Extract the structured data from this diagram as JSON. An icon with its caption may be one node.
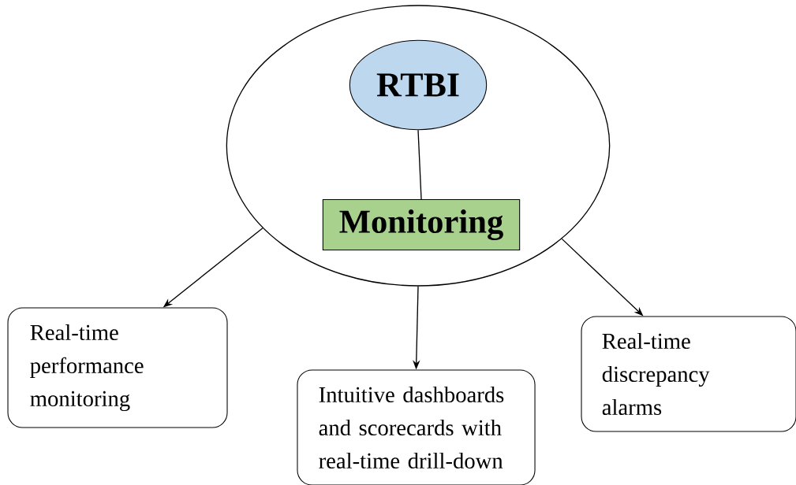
{
  "diagram": {
    "nodes": [
      {
        "text": [],
        "shape": "circle"
      },
      {
        "text": [
          "RTBI"
        ],
        "in": 0
      },
      {
        "text": [
          "Monitoring"
        ],
        "in": 0
      },
      {
        "text": [
          "Real-time performance monitoring"
        ]
      },
      {
        "text": [
          "Intuitive dashboards and scorecards with real-time drill-down"
        ]
      },
      {
        "text": [
          "Real-time discrepancy alarms"
        ]
      }
    ],
    "edges": [
      {
        "from": 1,
        "to": 2,
        "arrow": "none"
      },
      {
        "from": 0,
        "to": 3,
        "arrow": "to"
      },
      {
        "from": 0,
        "to": 4,
        "arrow": "to"
      },
      {
        "from": 0,
        "to": 5,
        "arrow": "to"
      }
    ]
  }
}
